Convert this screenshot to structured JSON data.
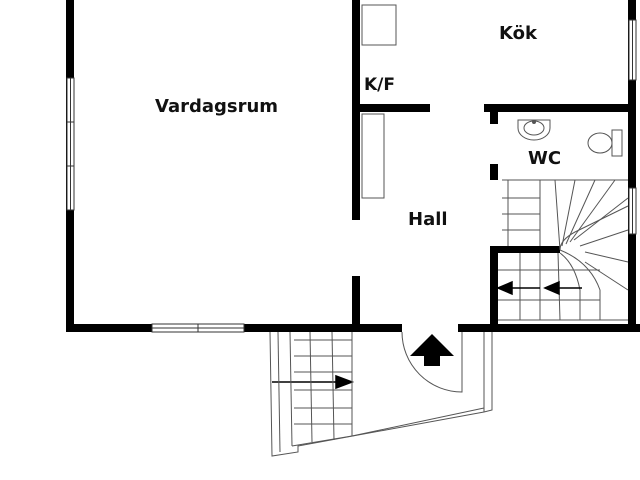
{
  "plan": {
    "rooms": [
      {
        "id": "vardagsrum",
        "label": "Vardagsrum"
      },
      {
        "id": "kok",
        "label": "Kök"
      },
      {
        "id": "kf",
        "label": "K/F"
      },
      {
        "id": "wc",
        "label": "WC"
      },
      {
        "id": "hall",
        "label": "Hall"
      }
    ]
  },
  "colors": {
    "wall": "#000000",
    "thin_line": "#555555",
    "background": "#ffffff"
  }
}
